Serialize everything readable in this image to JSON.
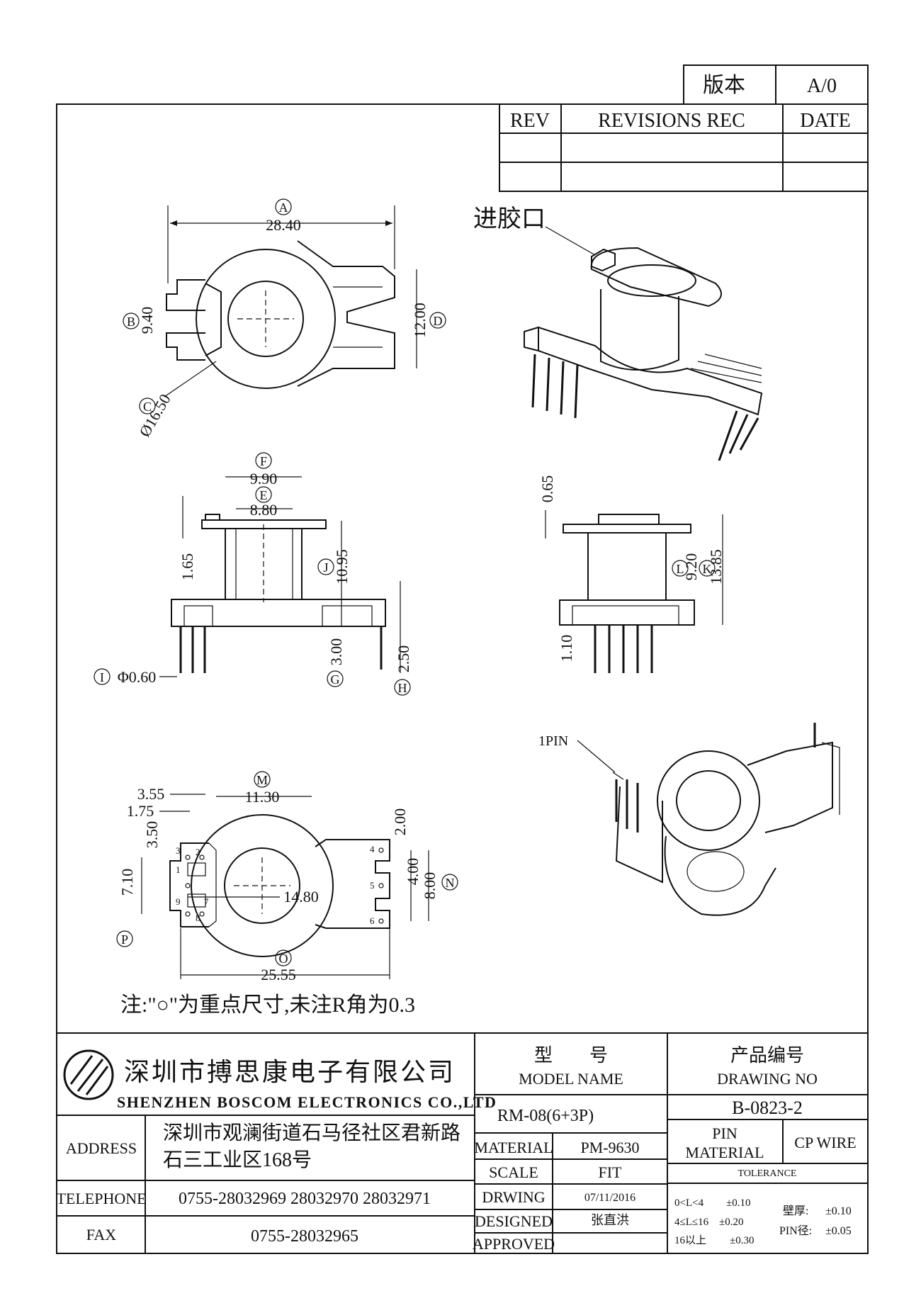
{
  "revision": {
    "version_label": "版本",
    "version_value": "A/0",
    "headers": [
      "REV",
      "REVISIONS REC",
      "DATE"
    ]
  },
  "annotations": {
    "gate": "进胶口",
    "pin1": "1PIN",
    "note": "注:\"○\"为重点尺寸,未注R角为0.3"
  },
  "dimensions": {
    "A": {
      "label": "A",
      "value": "28.40"
    },
    "B": {
      "label": "B",
      "value": "9.40"
    },
    "C": {
      "label": "C",
      "value": "Ø16.50"
    },
    "D": {
      "label": "D",
      "value": "12.00"
    },
    "E": {
      "label": "E",
      "value": "8.80"
    },
    "F": {
      "label": "F",
      "value": "9.90"
    },
    "G": {
      "label": "G",
      "value": "3.00"
    },
    "H": {
      "label": "H",
      "value": "2.50"
    },
    "I": {
      "label": "I",
      "value": "Φ0.60"
    },
    "J": {
      "label": "J",
      "value": "10.95"
    },
    "K": {
      "label": "K",
      "value": "13.85"
    },
    "L": {
      "label": "L",
      "value": "9.20"
    },
    "M": {
      "label": "M",
      "value": "11.30"
    },
    "N": {
      "label": "N",
      "value": "8.00"
    },
    "O": {
      "label": "O",
      "value": "25.55"
    },
    "P": {
      "label": "P",
      "value": "7.10"
    },
    "plain": {
      "d165": "1.65",
      "d065": "0.65",
      "d110": "1.10",
      "d355": "3.55",
      "d175": "1.75",
      "d350": "3.50",
      "d1480": "14.80",
      "d200": "2.00",
      "d400": "4.00"
    },
    "pin_numbers": [
      "1",
      "2",
      "3",
      "4",
      "5",
      "6",
      "7",
      "8",
      "9"
    ]
  },
  "title_block": {
    "company_cn": "深圳市搏思康电子有限公司",
    "company_en": "SHENZHEN BOSCOM ELECTRONICS CO.,LTD",
    "model_name_cn": "型　　号",
    "model_name_en": "MODEL NAME",
    "model_value": "RM-08(6+3P)",
    "drawing_no_cn": "产品编号",
    "drawing_no_en": "DRAWING NO",
    "drawing_no_value": "B-0823-2",
    "address_label": "ADDRESS",
    "address_line1": "深圳市观澜街道石马径社区君新路",
    "address_line2": "石三工业区168号",
    "telephone_label": "TELEPHONE",
    "telephone_value": "0755-28032969 28032970 28032971",
    "fax_label": "FAX",
    "fax_value": "0755-28032965",
    "material_label": "MATERIAL",
    "material_value": "PM-9630",
    "scale_label": "SCALE",
    "scale_value": "FIT",
    "drawing_label": "DRWING",
    "drawing_value": "07/11/2016",
    "designed_label": "DESIGNED",
    "designed_value": "张直洪",
    "approved_label": "APPROVED",
    "pin_material_label1": "PIN",
    "pin_material_label2": "MATERIAL",
    "pin_material_value": "CP WIRE",
    "tolerance_label": "TOLERANCE",
    "tol_1_range": "0<L<4",
    "tol_1_value": "±0.10",
    "tol_2_range": "4≤L≤16",
    "tol_2_value": "±0.20",
    "tol_3_range": "16以上",
    "tol_3_value": "±0.30",
    "wall_label": "壁厚:",
    "wall_value": "±0.10",
    "pin_dia_label": "PIN径:",
    "pin_dia_value": "±0.05"
  }
}
